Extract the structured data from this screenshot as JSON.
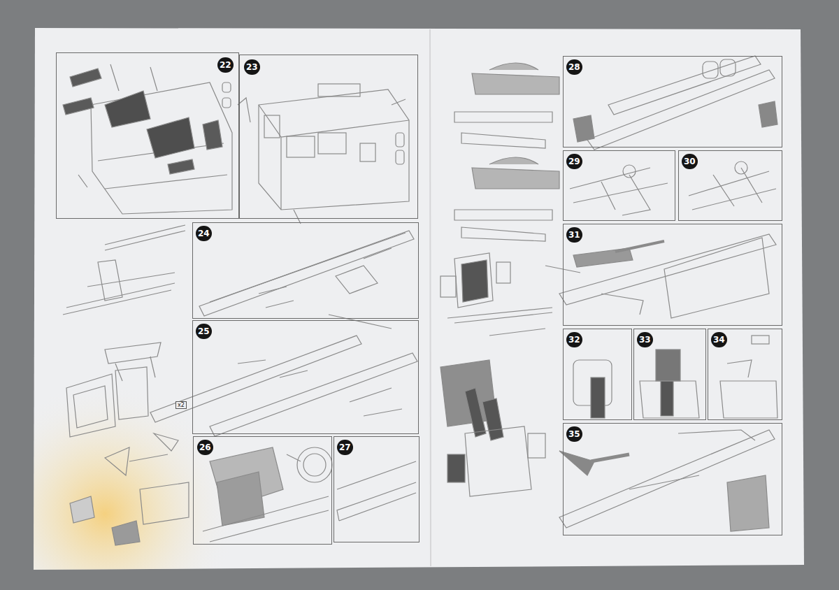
{
  "diagram": {
    "nodes": [
      {
        "text": [
          "22"
        ]
      },
      {
        "text": [
          "23"
        ]
      },
      {
        "text": [
          "24"
        ]
      },
      {
        "text": [
          "25"
        ]
      },
      {
        "text": [
          "26"
        ]
      },
      {
        "text": [
          "27"
        ]
      },
      {
        "text": [
          "28"
        ]
      },
      {
        "text": [
          "29"
        ]
      },
      {
        "text": [
          "30"
        ]
      },
      {
        "text": [
          "31"
        ]
      },
      {
        "text": [
          "32"
        ]
      },
      {
        "text": [
          "33"
        ]
      },
      {
        "text": [
          "34"
        ]
      },
      {
        "text": [
          "35"
        ]
      }
    ],
    "labels": [
      "x2"
    ]
  }
}
